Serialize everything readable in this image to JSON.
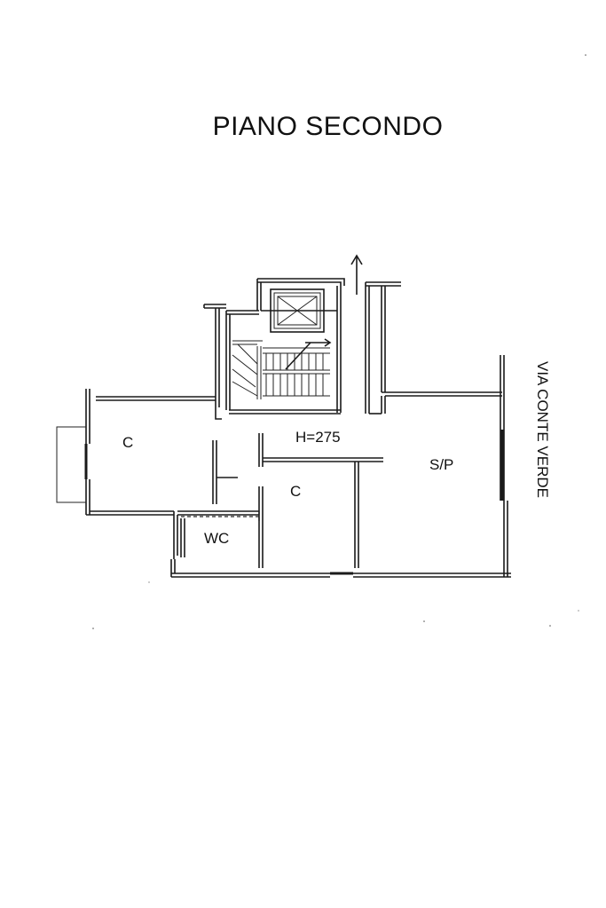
{
  "title": "PIANO SECONDO",
  "street": "VIA CONTE VERDE",
  "height_note": "H=275",
  "rooms": {
    "room_west": "C",
    "room_middle": "C",
    "bathroom": "WC",
    "living": "S/P"
  }
}
